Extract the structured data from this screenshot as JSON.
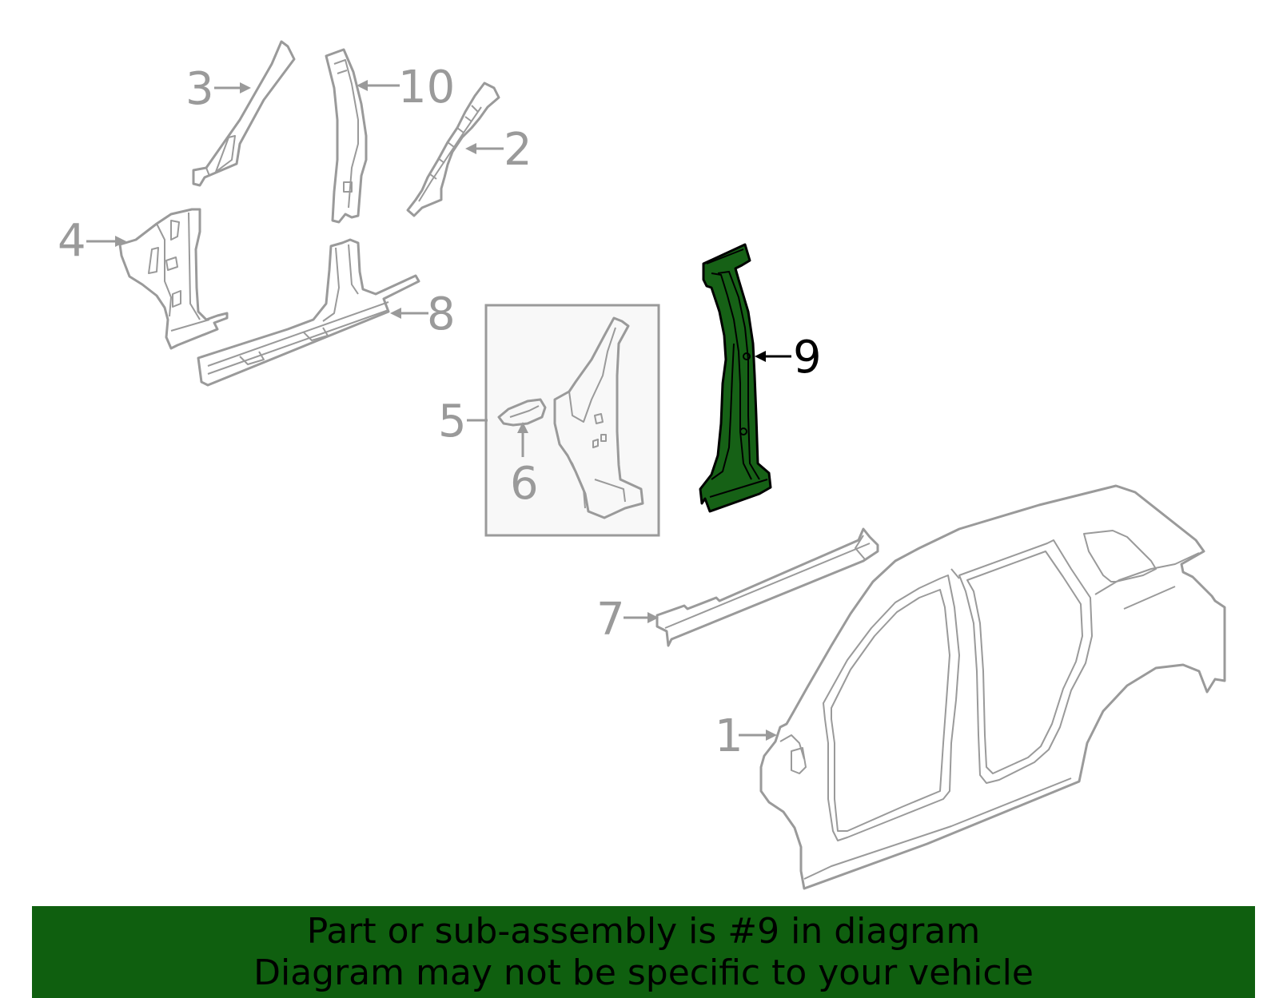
{
  "callouts": {
    "c1": "1",
    "c2": "2",
    "c3": "3",
    "c4": "4",
    "c5": "5",
    "c6": "6",
    "c7": "7",
    "c8": "8",
    "c9": "9",
    "c10": "10"
  },
  "highlight": {
    "part_number": "9",
    "fill_color": "#166116"
  },
  "banner": {
    "line1": "Part or sub-assembly is #9 in diagram",
    "line2": "Diagram may not be specific to your vehicle",
    "background_color": "#0f5f0f"
  },
  "colors": {
    "line_art": "#9a9a9a",
    "highlight_outline": "#000000"
  }
}
